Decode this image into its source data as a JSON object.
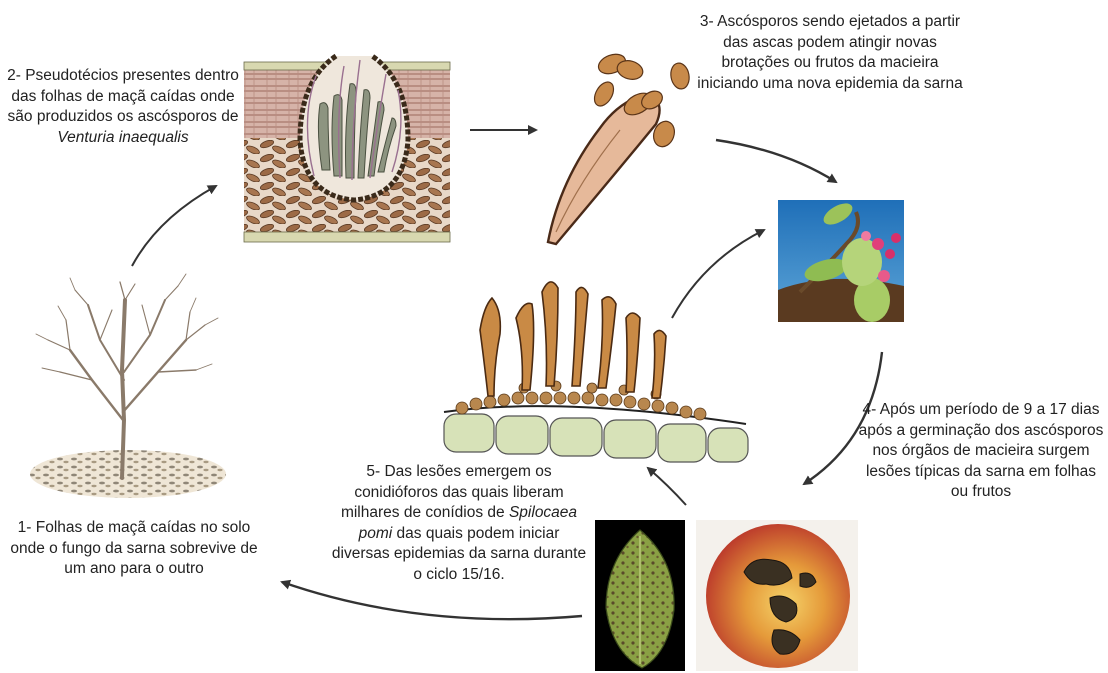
{
  "stages": [
    {
      "id": 1,
      "text": "1- Folhas de maçã caídas no solo onde o fungo da sarna sobrevive de um ano para o outro"
    },
    {
      "id": 2,
      "text_before": "2- Pseudotécios presentes dentro das folhas de maçã caídas onde são produzidos os ascósporos de ",
      "italic": "Venturia inaequalis",
      "text_after": ""
    },
    {
      "id": 3,
      "text": "3- Ascósporos sendo ejetados a partir das ascas podem atingir novas brotações ou frutos da macieira iniciando uma nova epidemia da sarna"
    },
    {
      "id": 4,
      "text": "4- Após um período de 9 a 17 dias após a germinação dos ascósporos nos órgãos de macieira surgem lesões típicas da sarna em folhas ou frutos"
    },
    {
      "id": 5,
      "text_before": "5- Das lesões emergem os conidióforos das quais liberam milhares de conídios de ",
      "italic": "Spilocaea pomi",
      "text_after": " das quais podem iniciar diversas epidemias da sarna durante o ciclo 15/16."
    }
  ],
  "colors": {
    "arrow": "#333333",
    "trunk": "#8a7a6a",
    "tissue_pink": "#c99a90",
    "tissue_brown": "#9a6a48",
    "epidermis": "#d8d8b0",
    "ascus": "#8d9480",
    "spore": "#c88a4a",
    "conidiophore": "#c98a45",
    "cell_green": "#d7e2b8",
    "leaf_green": "#7a8e3a",
    "fruit_red": "#c0392b",
    "fruit_yellow": "#f2c24a"
  }
}
